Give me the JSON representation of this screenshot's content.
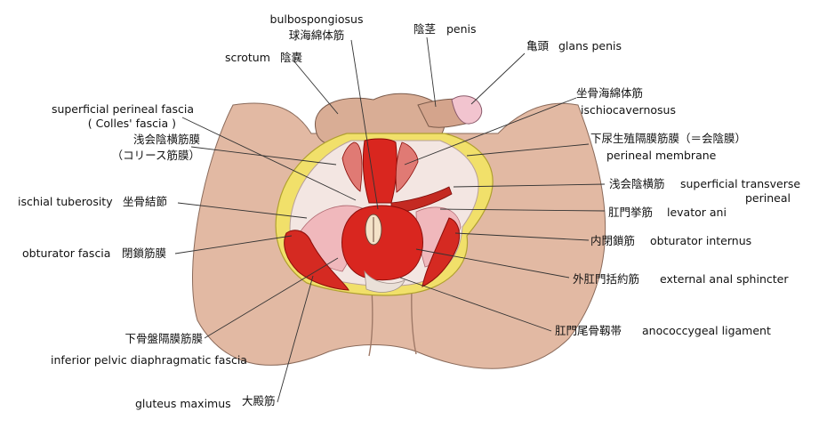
{
  "labels": {
    "bulbospongiosus_en": "bulbospongiosus",
    "bulbospongiosus_ja": "球海綿体筋",
    "penis_ja": "陰茎",
    "penis_en": "penis",
    "glans_ja": "亀頭",
    "glans_en": "glans penis",
    "scrotum_en": "scrotum",
    "scrotum_ja": "陰嚢",
    "ischiocav_ja": "坐骨海綿体筋",
    "ischiocav_en": "ischiocavernosus",
    "fascia_en1": "superficial perineal fascia",
    "fascia_en2": "( Colles' fascia )",
    "fascia_ja1": "浅会陰横筋膜",
    "fascia_ja2": "（コリース筋膜）",
    "perimem_ja": "下尿生殖隔膜筋膜（＝会陰膜）",
    "perimem_en": "perineal membrane",
    "stp_ja": "浅会陰横筋",
    "stp_en1": "superficial transverse",
    "stp_en2": "perineal",
    "ischial_en": "ischial tuberosity",
    "ischial_ja": "坐骨結節",
    "levator_ja": "肛門挙筋",
    "levator_en": "levator ani",
    "obtint_ja": "内閉鎖筋",
    "obtint_en": "obturator internus",
    "obtfascia_en": "obturator fascia",
    "obtfascia_ja": "閉鎖筋膜",
    "eas_ja": "外肛門括約筋",
    "eas_en": "external anal sphincter",
    "anococ_ja": "肛門尾骨靱帯",
    "anococ_en": "anococcygeal ligament",
    "ipdf_ja": "下骨盤隔膜筋膜",
    "ipdf_en": "inferior pelvic diaphragmatic fascia",
    "glut_en": "gluteus maximus",
    "glut_ja": "大殿筋"
  },
  "colors": {
    "skin": "#e2b9a3",
    "skin_shadow": "#c99a82",
    "fat": "#f1e06a",
    "muscle": "#d9261f",
    "muscle_dark": "#a8140f",
    "membrane": "#f3e6e2",
    "line": "#333333"
  }
}
